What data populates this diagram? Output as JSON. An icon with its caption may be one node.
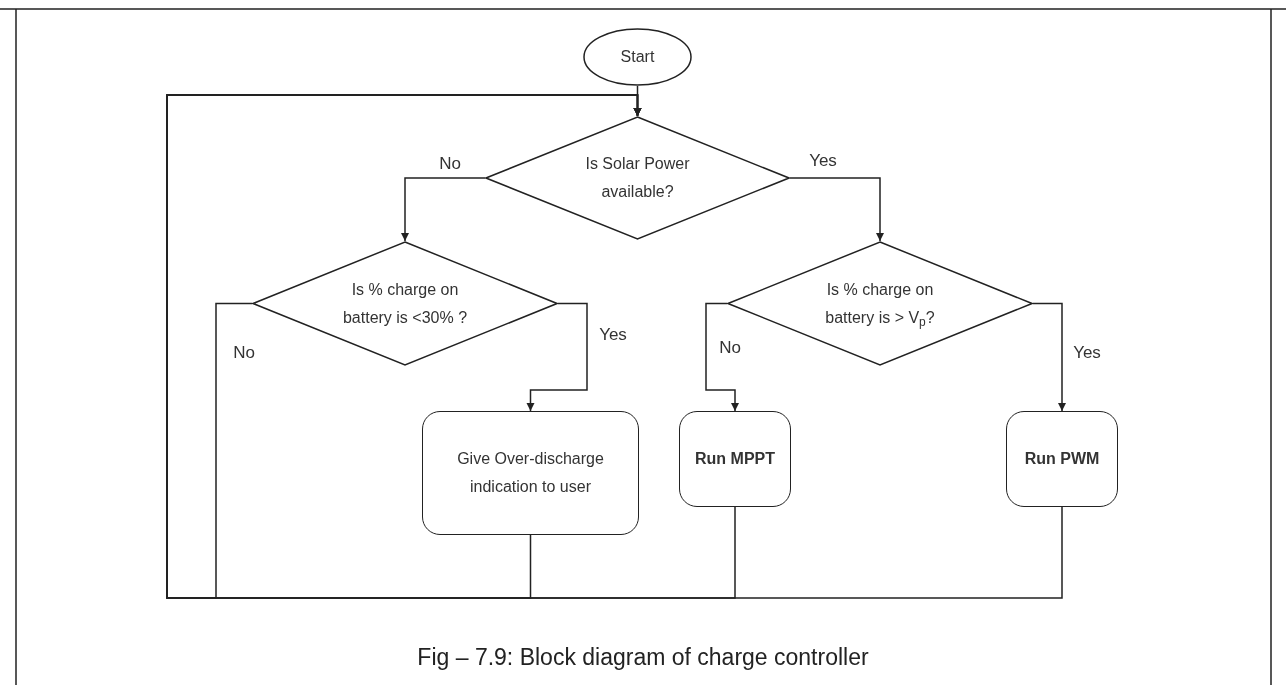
{
  "diagram": {
    "caption": "Fig – 7.9: Block diagram of charge controller",
    "nodes": [
      {
        "text": [
          "Start"
        ]
      },
      {
        "text": [
          "Is Solar Power available?"
        ]
      },
      {
        "text": [
          "Is % charge on battery is <30% ?"
        ]
      },
      {
        "text": [
          "Is % charge on battery is > V$_{p}$?"
        ]
      },
      {
        "text": [
          "Give Over-discharge indication to user"
        ]
      },
      {
        "text": [
          "Run MPPT"
        ]
      },
      {
        "text": [
          "Run PWM"
        ]
      }
    ],
    "edges": [
      {
        "from": 0,
        "to": 1,
        "arrow": "to"
      },
      {
        "from": 1,
        "to": 2,
        "arrow": "to",
        "label": "No"
      },
      {
        "from": 1,
        "to": 3,
        "arrow": "to",
        "label": "Yes"
      },
      {
        "from": 2,
        "to": 4,
        "arrow": "to",
        "label": "Yes"
      },
      {
        "from": 2,
        "to": 1,
        "arrow": "to",
        "label": "No"
      },
      {
        "from": 4,
        "to": 1,
        "arrow": "to"
      },
      {
        "from": 3,
        "to": 5,
        "arrow": "to",
        "label": "No"
      },
      {
        "from": 3,
        "to": 6,
        "arrow": "to",
        "label": "Yes"
      },
      {
        "from": 5,
        "to": 1,
        "arrow": "to"
      },
      {
        "from": 6,
        "to": 1,
        "arrow": "to"
      }
    ]
  }
}
